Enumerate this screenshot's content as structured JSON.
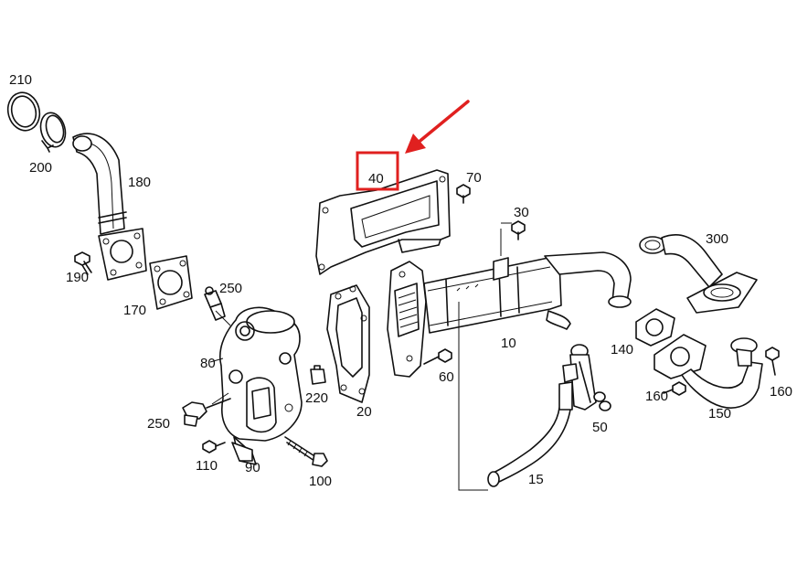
{
  "diagram": {
    "highlight_color": "#e0201f",
    "line_color": "#111111",
    "parts": [
      {
        "id": "p210",
        "label": "210"
      },
      {
        "id": "p200",
        "label": "200"
      },
      {
        "id": "p180",
        "label": "180"
      },
      {
        "id": "p190",
        "label": "190"
      },
      {
        "id": "p170",
        "label": "170"
      },
      {
        "id": "p250a",
        "label": "250"
      },
      {
        "id": "p80",
        "label": "80"
      },
      {
        "id": "p250b",
        "label": "250"
      },
      {
        "id": "p110",
        "label": "110"
      },
      {
        "id": "p90",
        "label": "90"
      },
      {
        "id": "p100",
        "label": "100"
      },
      {
        "id": "p220",
        "label": "220"
      },
      {
        "id": "p20",
        "label": "20"
      },
      {
        "id": "p40",
        "label": "40"
      },
      {
        "id": "p70",
        "label": "70"
      },
      {
        "id": "p30",
        "label": "30"
      },
      {
        "id": "p60",
        "label": "60"
      },
      {
        "id": "p10",
        "label": "10"
      },
      {
        "id": "p50",
        "label": "50"
      },
      {
        "id": "p15",
        "label": "15"
      },
      {
        "id": "p300",
        "label": "300"
      },
      {
        "id": "p140",
        "label": "140"
      },
      {
        "id": "p160a",
        "label": "160"
      },
      {
        "id": "p160b",
        "label": "160"
      },
      {
        "id": "p150",
        "label": "150"
      }
    ]
  }
}
